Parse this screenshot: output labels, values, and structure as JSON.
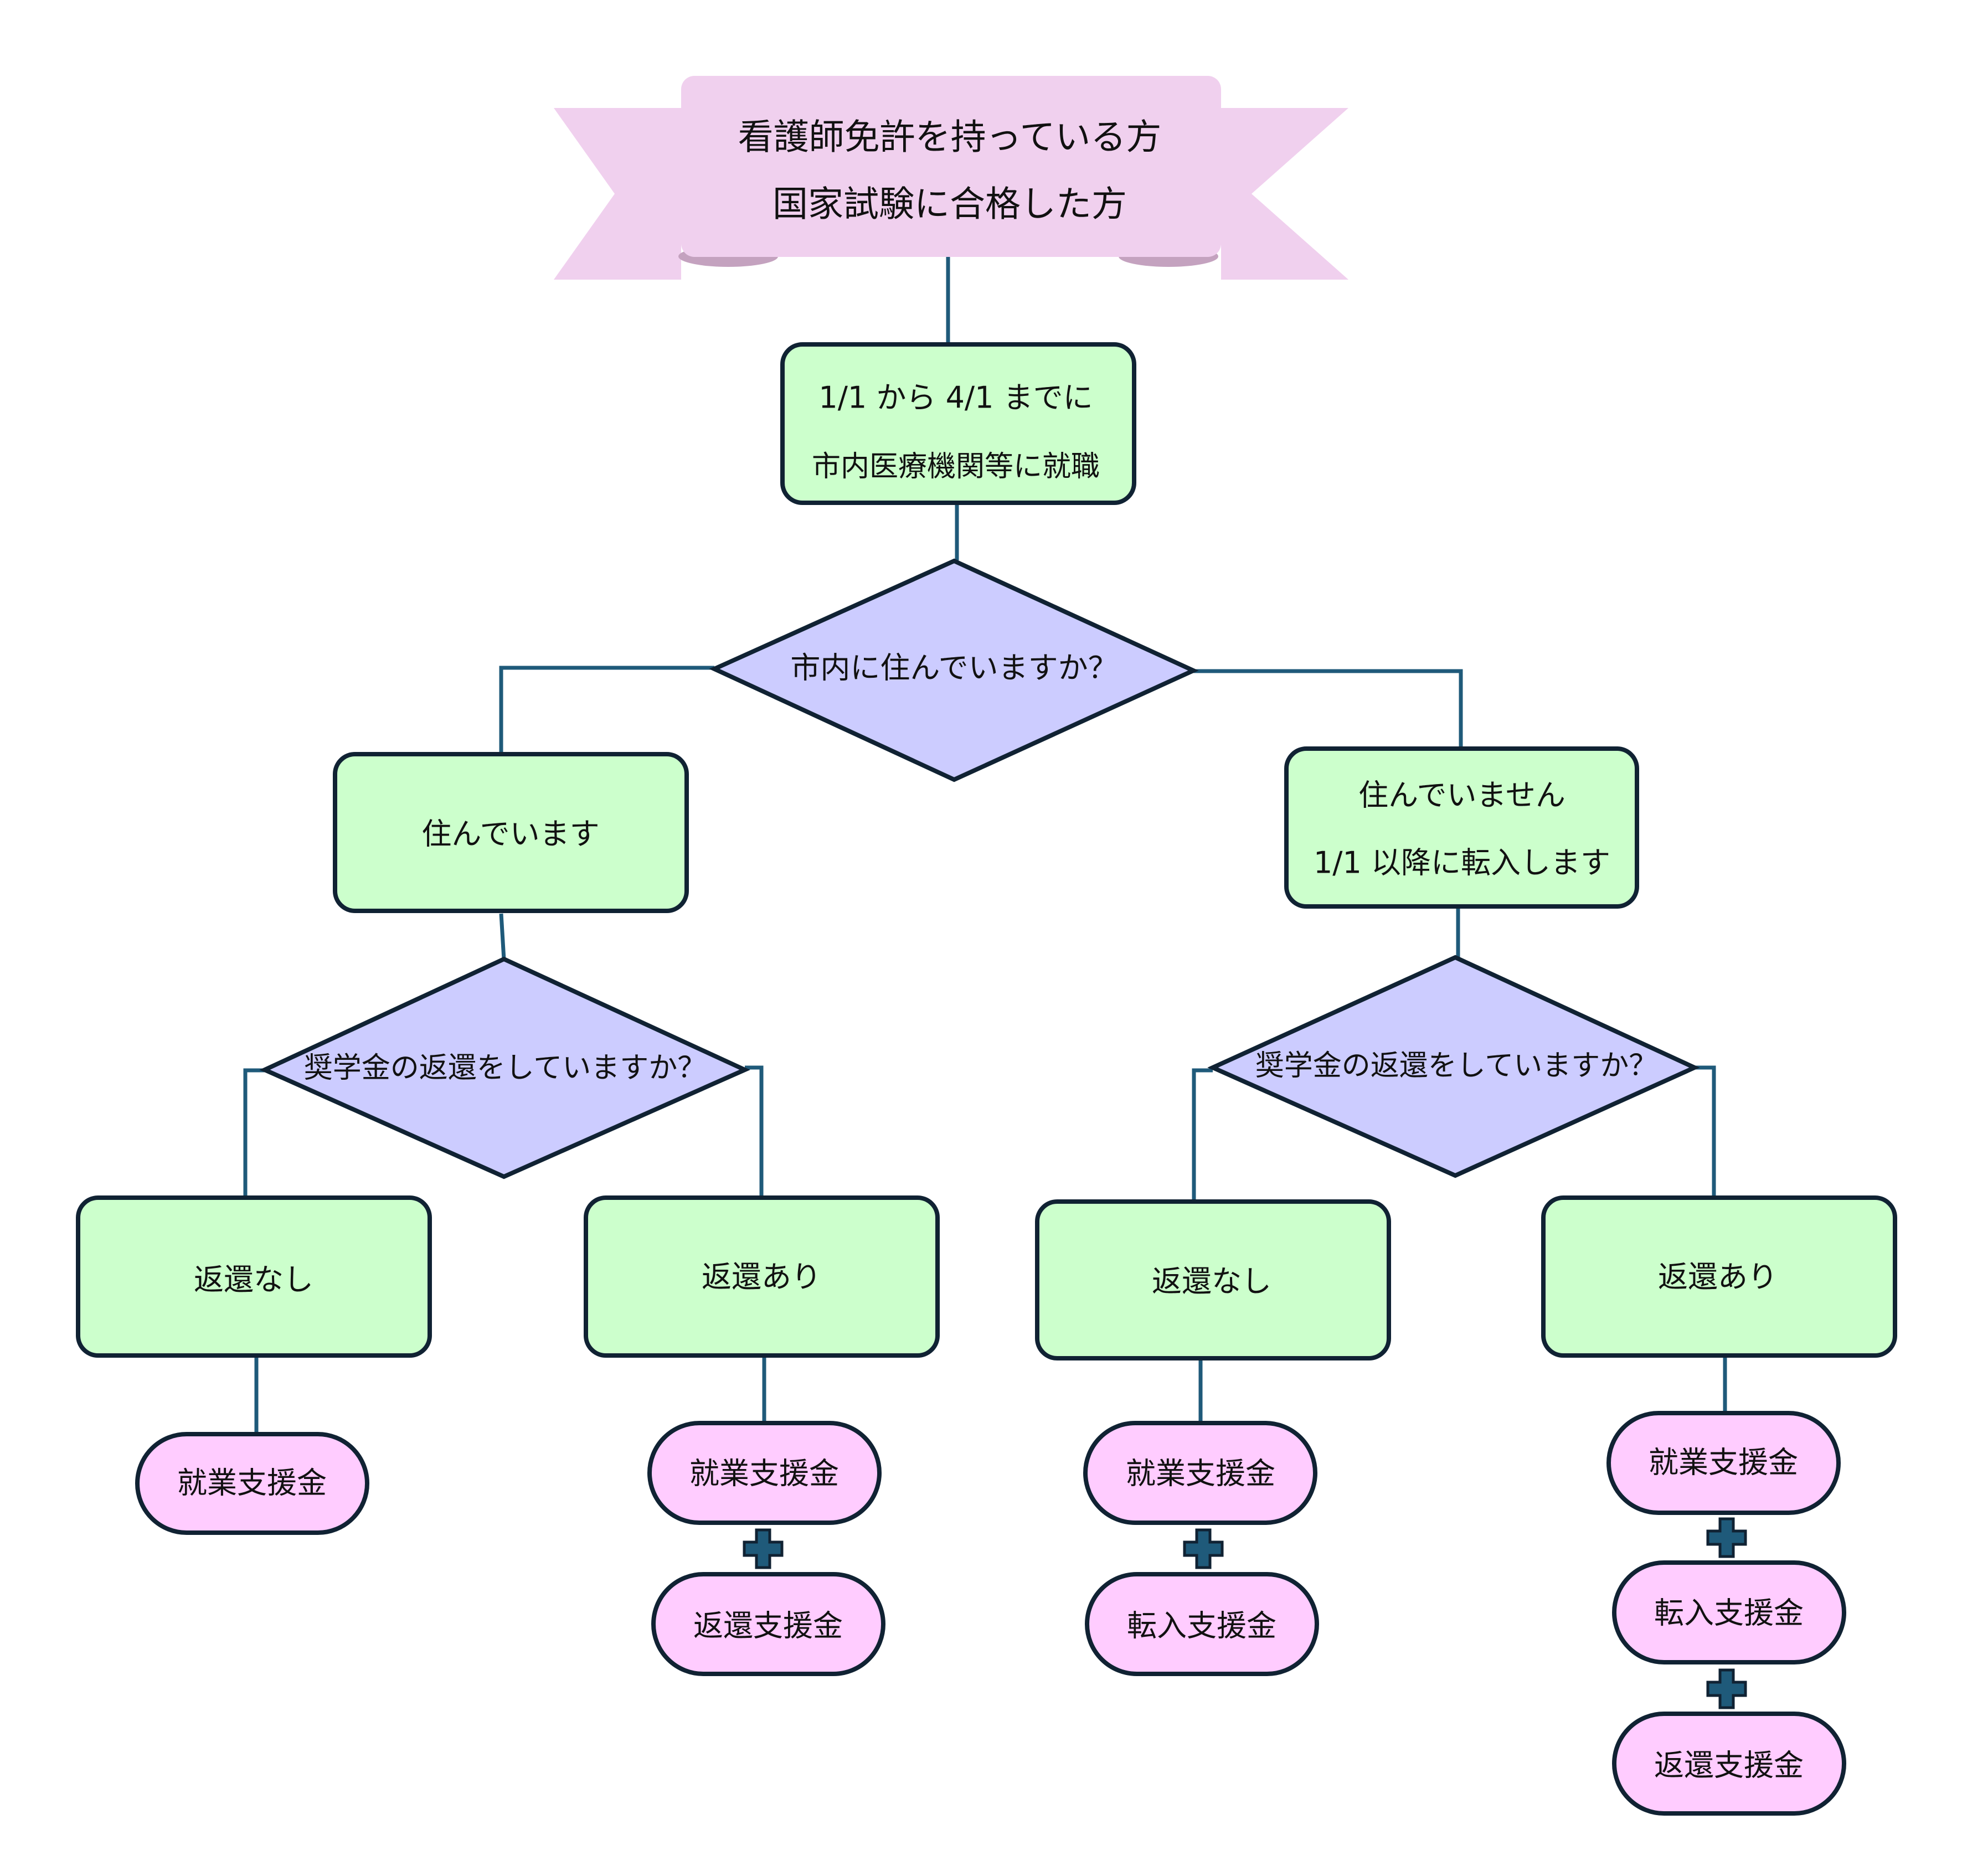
{
  "colors": {
    "connector": "#1f5a7a",
    "outline": "#102233",
    "green_fill": "#ccffcc",
    "diamond_fill": "#ccccff",
    "pink_fill": "#ffccff",
    "banner_fill": "#f0d0ee",
    "banner_fold": "#c4a2bf",
    "plus_fill": "#1f5a7a"
  },
  "banner": {
    "line1": "看護師免許を持っている方",
    "line2": "国家試験に合格した方"
  },
  "employment": {
    "line1": "1/1 から 4/1 までに",
    "line2": "市内医療機関等に就職"
  },
  "residence_question": "市内に住んでいますか？",
  "lives_in_city": "住んでいます",
  "moving_in": {
    "line1": "住んでいません",
    "line2": "1/1 以降に転入します"
  },
  "scholarship_question_left": "奨学金の返還をしていますか？",
  "scholarship_question_right": "奨学金の返還をしていますか？",
  "outcomes": {
    "a_no_repay": "返還なし",
    "b_repay": "返還あり",
    "c_no_repay": "返還なし",
    "d_repay": "返還あり"
  },
  "benefits": {
    "a1": "就業支援金",
    "b1": "就業支援金",
    "b2": "返還支援金",
    "c1": "就業支援金",
    "c2": "転入支援金",
    "d1": "就業支援金",
    "d2": "転入支援金",
    "d3": "返還支援金"
  }
}
